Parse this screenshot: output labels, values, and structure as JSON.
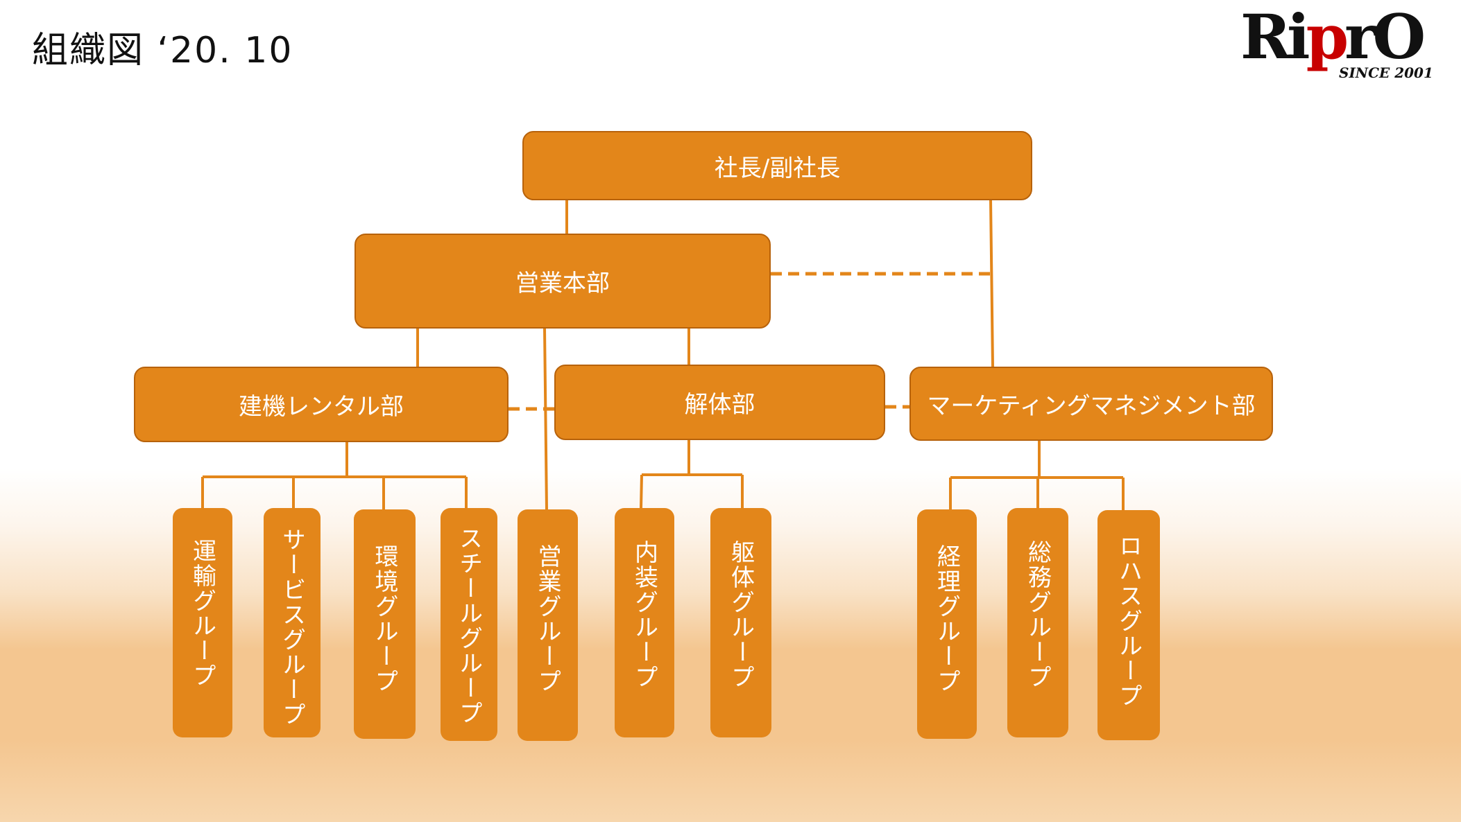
{
  "title": "組織図 ‘20. 10",
  "logo": {
    "word_prefix": "Ri",
    "word_red": "p",
    "word_suffix": "rO",
    "tagline": "SINCE 2001"
  },
  "colors": {
    "box_fill": "#e3861a",
    "box_border": "#b7620b",
    "line": "#e3861a",
    "text": "#ffffff"
  },
  "org": {
    "president": "社長/副社長",
    "sales_hq": "営業本部",
    "departments": {
      "rental": "建機レンタル部",
      "demolition": "解体部",
      "marketing": "マーケティングマネジメント部"
    },
    "groups": {
      "transport": "運輸グループ",
      "service": "サービスグループ",
      "environment": "環境グループ",
      "steel": "スチールグループ",
      "sales": "営業グループ",
      "interior": "内装グループ",
      "frame": "躯体グループ",
      "accounting": "経理グループ",
      "general_affairs": "総務グループ",
      "lohas": "ロハスグループ"
    }
  }
}
